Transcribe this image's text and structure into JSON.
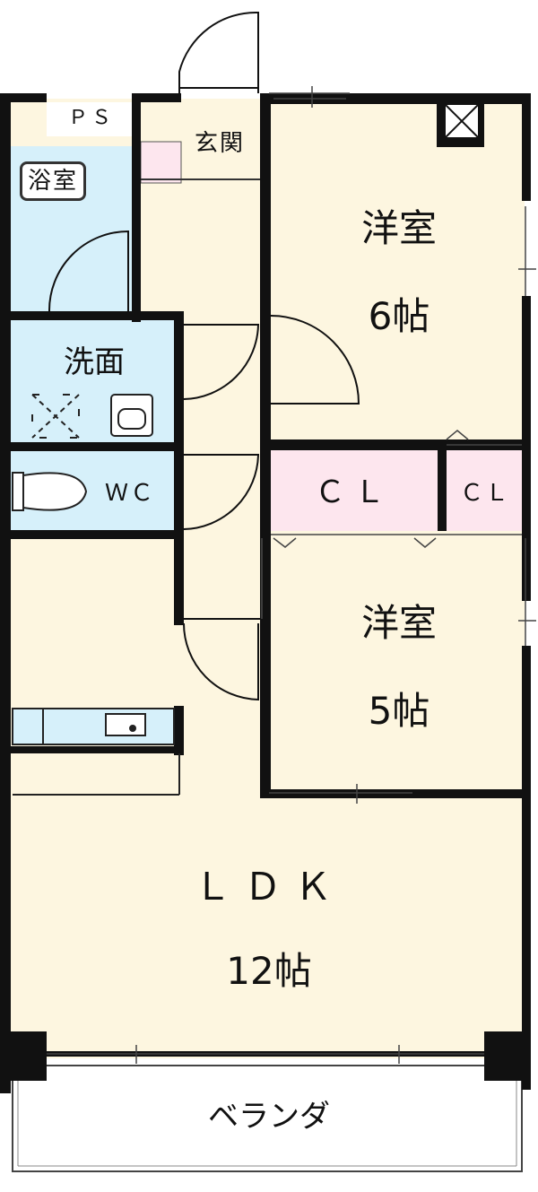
{
  "rooms": {
    "ps": "ＰＳ",
    "bath": "浴室",
    "entrance": "玄関",
    "western1_name": "洋室",
    "western1_size": "6帖",
    "washroom": "洗面",
    "wc": "ＷＣ",
    "closet1": "ＣＬ",
    "closet2": "ＣＬ",
    "western2_name": "洋室",
    "western2_size": "5帖",
    "ldk_name": "ＬＤＫ",
    "ldk_size": "12帖",
    "veranda": "ベランダ"
  },
  "colors": {
    "wall": "#111111",
    "floor_main": "#fdf6e0",
    "wet_area": "#d6f0fa",
    "closet": "#fde6ee",
    "entrance_tile": "#fde6ee",
    "veranda": "#ffffff"
  },
  "icons": [
    "door-swing-icon",
    "toilet-icon",
    "sink-icon",
    "washing-machine-icon",
    "kitchen-counter-icon",
    "ventilation-icon",
    "window-icon"
  ]
}
